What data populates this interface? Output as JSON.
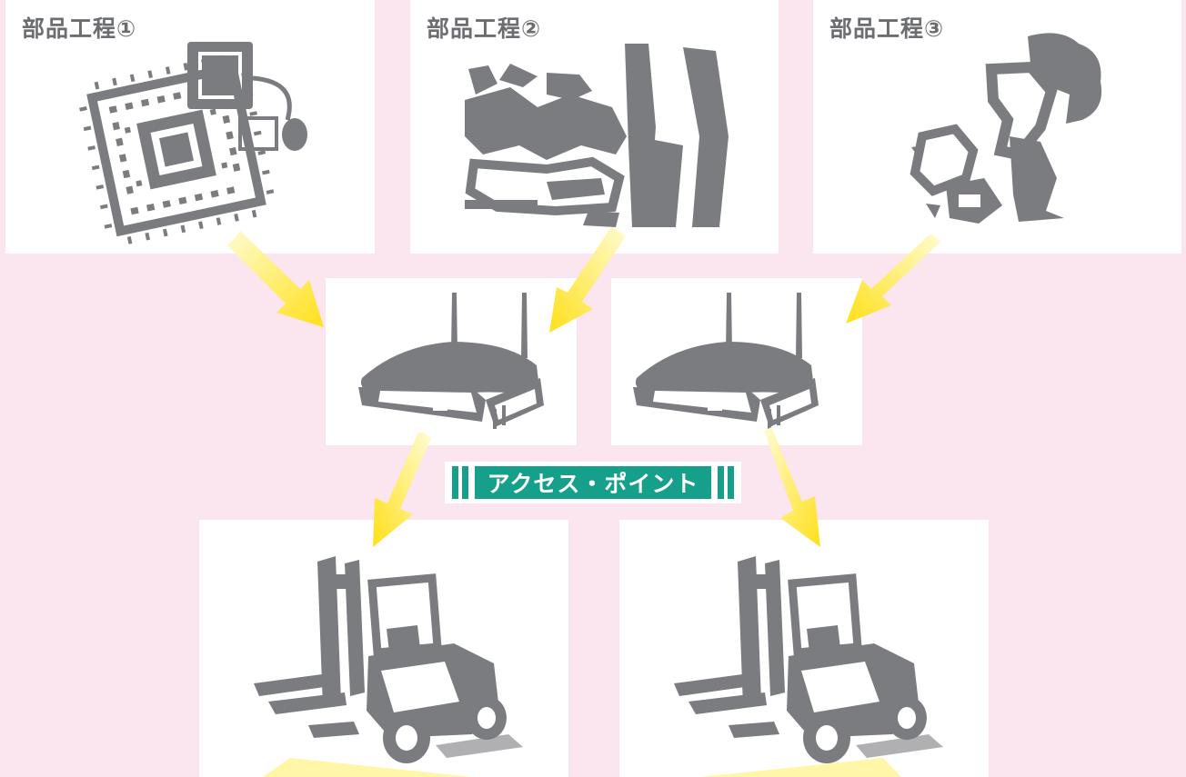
{
  "process_labels": [
    "部品工程①",
    "部品工程②",
    "部品工程③"
  ],
  "access_point_label": "アクセス・ポイント",
  "colors": {
    "background": "#fbe5ef",
    "panel": "#ffffff",
    "illustration": "#7b7c7f",
    "arrow": "#ffe84a",
    "accent": "#16a08c"
  },
  "icons": [
    "circuit-chip-icon",
    "hands-assembly-icon",
    "robot-arm-icon",
    "wireless-router-icon",
    "forklift-icon"
  ]
}
